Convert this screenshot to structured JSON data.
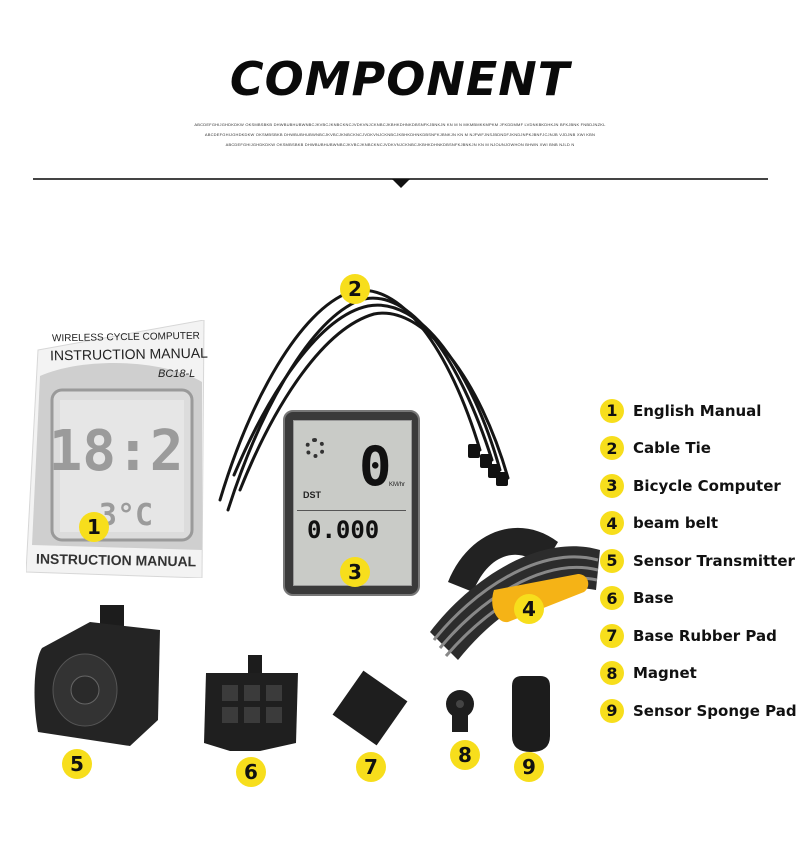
{
  "header": {
    "title": "COMPONENT",
    "fine_print_lines": [
      "ABCDEFGHIJGHDKDKW OKSMBSBKB DHWBUBHUBWNBCJKVBCJKNBCKNCJVDKVNJCKNBCJKBHKDHNKDBSNFKJBNKJN KN M N MKMBMKKMPKM JFKDDMMF LVDNKBKDHKJN BFKJBNK FNBDJNZKL",
      "ABCDEFGHIJGHDKDKW OKSMBSBKB DHWBUBHUBWNBCJKVBCJKNBCKNCJVDKVNJCKNBCJKBHKDHNKDBSNFKJBNKJN KN M NJFWFJNSJBDNDFJKNDJNPKJBNFJCJNJB VJDJNB XWI KBN",
      "ABCDEFGHIJGHDKDKW OKSMBSBKB DHWBUBHUBWNBCJKVBCJKNBCKNCJVDKVNJCKNBCJKBHKDHNKDBSNFKJBNKJN KN M NJOUNJOWHON BHWN XWI BNB NJLD N"
    ]
  },
  "manual": {
    "line1": "WIRELESS CYCLE COMPUTER",
    "line2": "INSTRUCTION MANUAL",
    "model": "BC18-L",
    "footer": "INSTRUCTION MANUAL"
  },
  "computer": {
    "dst_label": "DST",
    "speed_digit": "0",
    "unit": "KM/hr",
    "odometer": "0.000"
  },
  "badges": [
    "1",
    "2",
    "3",
    "4",
    "5",
    "6",
    "7",
    "8",
    "9"
  ],
  "legend": [
    {
      "num": "1",
      "label": "English Manual"
    },
    {
      "num": "2",
      "label": "Cable Tie"
    },
    {
      "num": "3",
      "label": "Bicycle Computer"
    },
    {
      "num": "4",
      "label": "beam belt"
    },
    {
      "num": "5",
      "label": "Sensor Transmitter"
    },
    {
      "num": "6",
      "label": "Base"
    },
    {
      "num": "7",
      "label": "Base Rubber Pad"
    },
    {
      "num": "8",
      "label": "Magnet"
    },
    {
      "num": "9",
      "label": "Sensor Sponge Pad"
    }
  ],
  "colors": {
    "badge": "#f7de1c",
    "belt_yellow": "#f5b316",
    "lcd": "#c9cbc7",
    "dark": "#1a1a1a"
  }
}
